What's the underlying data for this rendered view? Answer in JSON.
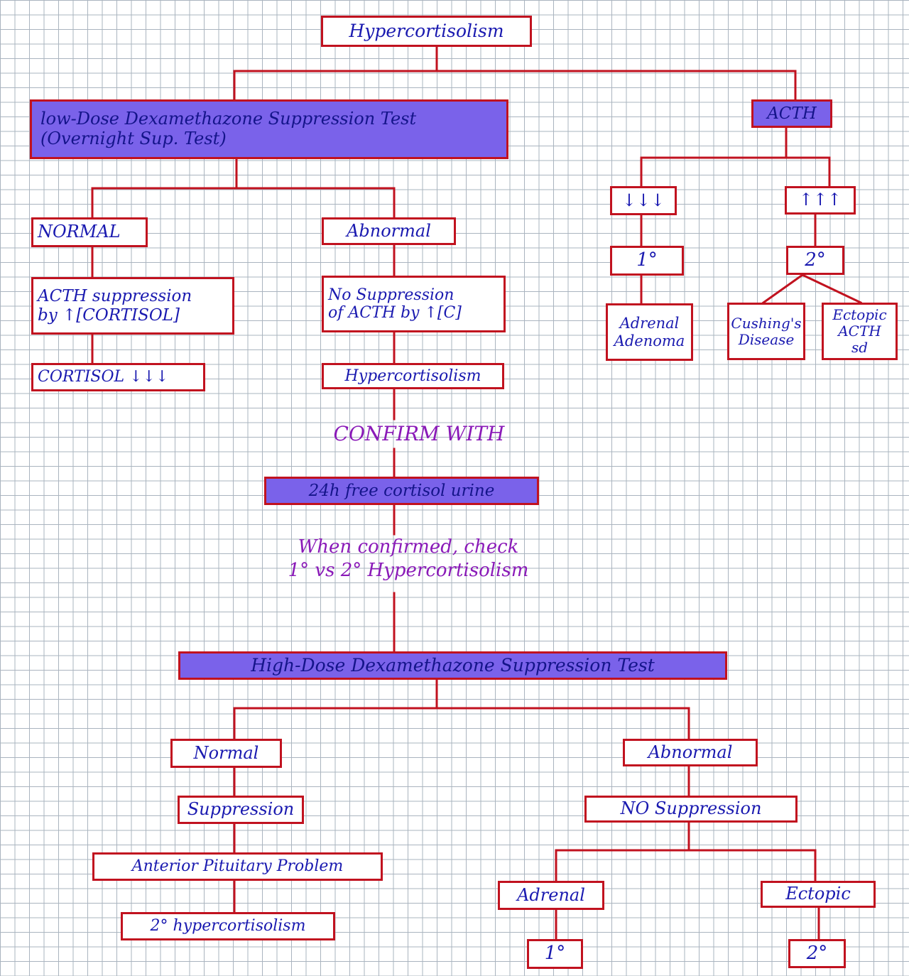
{
  "colors": {
    "box_border": "#c1121f",
    "text": "#1a1ab0",
    "highlight": "#7a62ea",
    "note_text": "#8a1ab8",
    "grid": "#aab4bf"
  },
  "nodes": {
    "root": "Hypercortisolism",
    "lddst": "low-Dose Dexamethazone Suppression Test\n(Overnight Sup. Test)",
    "acth": "ACTH",
    "acth_low": "↓↓↓",
    "acth_high": "↑↑↑",
    "primary_top": "1°",
    "secondary_top": "2°",
    "adrenal_adenoma": "Adrenal\nAdenoma",
    "cushings": "Cushing's\nDisease",
    "ectopic_acth": "Ectopic\nACTH sd",
    "normal_1": "NORMAL",
    "abnormal_1": "Abnormal",
    "acth_suppression": "ACTH suppression\nby ↑[CORTISOL]",
    "no_suppression_1": "No Suppression\nof ACTH by ↑[C]",
    "cortisol_low": "CORTISOL ↓↓↓",
    "hypercortisolism_2": "Hypercortisolism",
    "free_cortisol": "24h free cortisol urine",
    "hddst": "High-Dose Dexamethazone Suppression Test",
    "normal_2": "Normal",
    "abnormal_2": "Abnormal",
    "suppression_2": "Suppression",
    "no_suppression_2": "NO Suppression",
    "anterior_pituitary": "Anterior Pituitary Problem",
    "secondary_hyper": "2° hypercortisolism",
    "adrenal": "Adrenal",
    "ectopic": "Ectopic",
    "primary_bottom": "1°",
    "secondary_bottom": "2°"
  },
  "notes": {
    "confirm_with": "CONFIRM WITH",
    "when_confirmed": "When confirmed, check\n1° vs 2° Hypercortisolism"
  }
}
